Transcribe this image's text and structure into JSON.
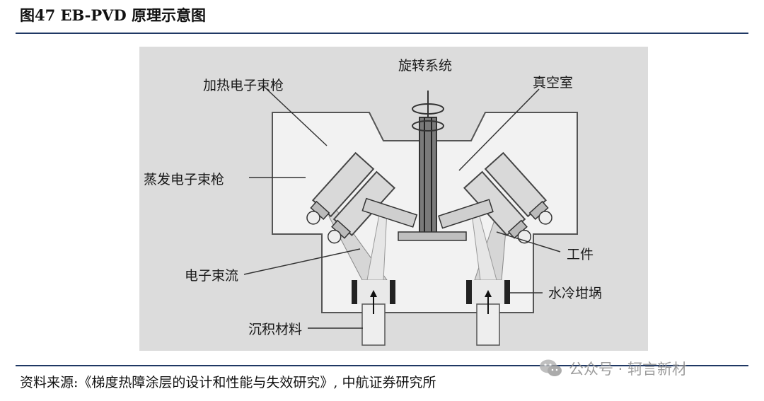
{
  "figure": {
    "title": "图47  EB-PVD 原理示意图"
  },
  "diagram": {
    "labels": {
      "rotation_system": "旋转系统",
      "vacuum_chamber": "真空室",
      "heating_gun": "加热电子束枪",
      "evaporation_gun": "蒸发电子束枪",
      "workpiece": "工件",
      "electron_beam": "电子束流",
      "water_cooled_crucible": "水冷坩埚",
      "deposition_material": "沉积材料"
    }
  },
  "source": {
    "text": "资料来源:《梯度热障涂层的设计和性能与失效研究》, 中航证券研究所"
  },
  "watermark": {
    "text": "公众号 · 轲言新材"
  },
  "colors": {
    "rule": "#1f3864",
    "panel": "#dcdcdc",
    "chamber": "#f2f2f2"
  }
}
